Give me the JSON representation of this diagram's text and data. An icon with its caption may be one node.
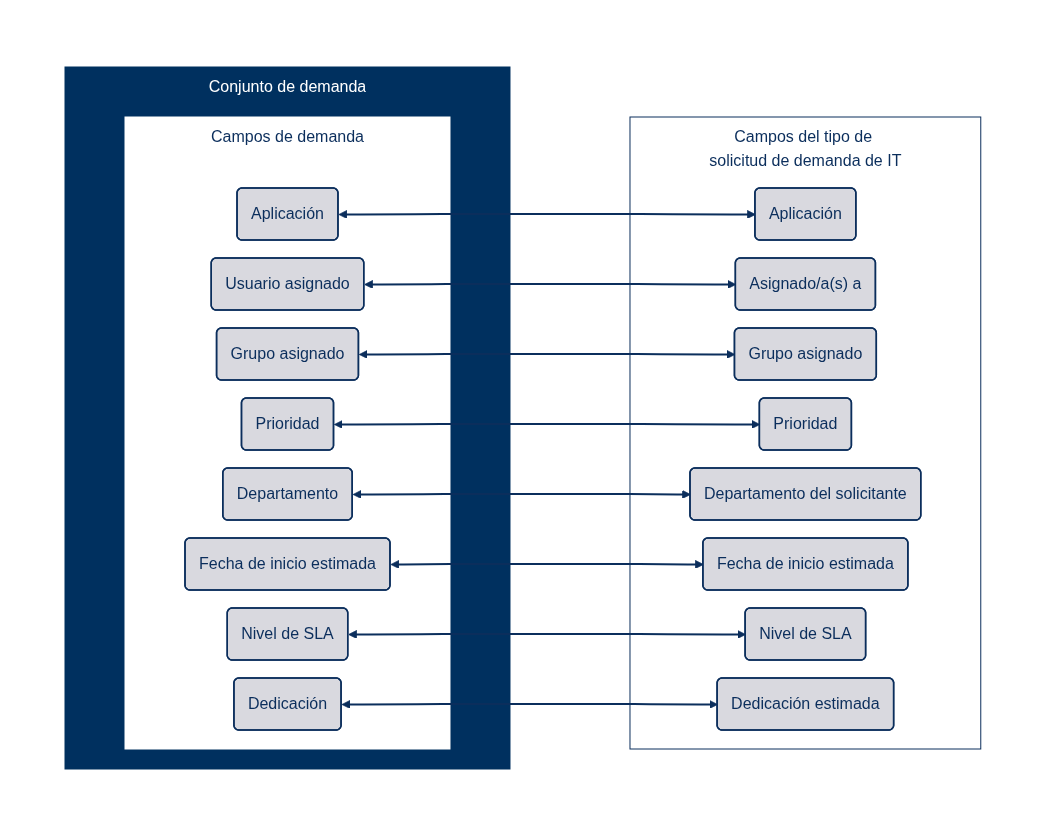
{
  "diagram": {
    "nodes": [
      {
        "text": [
          "Conjunto de demanda"
        ]
      },
      {
        "text": [
          "Campos de demanda"
        ],
        "in": 0
      },
      {
        "text": [
          "Aplicación"
        ],
        "in": 1
      },
      {
        "text": [
          "Usuario asignado"
        ],
        "in": 1
      },
      {
        "text": [
          "Grupo asignado"
        ],
        "in": 1
      },
      {
        "text": [
          "Prioridad"
        ],
        "in": 1
      },
      {
        "text": [
          "Departamento"
        ],
        "in": 1
      },
      {
        "text": [
          "Fecha de inicio estimada"
        ],
        "in": 1
      },
      {
        "text": [
          "Nivel de SLA"
        ],
        "in": 1
      },
      {
        "text": [
          "Dedicación"
        ],
        "in": 1
      },
      {
        "text": [
          "Campos del tipo de solicitud de demanda de IT"
        ]
      },
      {
        "text": [
          "Aplicación"
        ],
        "in": 10
      },
      {
        "text": [
          "Asignado/a(s) a"
        ],
        "in": 10
      },
      {
        "text": [
          "Grupo asignado"
        ],
        "in": 10
      },
      {
        "text": [
          "Prioridad"
        ],
        "in": 10
      },
      {
        "text": [
          "Departamento del solicitante"
        ],
        "in": 10
      },
      {
        "text": [
          "Fecha de inicio estimada"
        ],
        "in": 10
      },
      {
        "text": [
          "Nivel de SLA"
        ],
        "in": 10
      },
      {
        "text": [
          "Dedicación estimada"
        ],
        "in": 10
      }
    ],
    "edges": [
      {
        "from": 2,
        "to": 11,
        "arrow": "both"
      },
      {
        "from": 3,
        "to": 12,
        "arrow": "both"
      },
      {
        "from": 4,
        "to": 13,
        "arrow": "both"
      },
      {
        "from": 5,
        "to": 14,
        "arrow": "both"
      },
      {
        "from": 6,
        "to": 15,
        "arrow": "both"
      },
      {
        "from": 7,
        "to": 16,
        "arrow": "both"
      },
      {
        "from": 8,
        "to": 17,
        "arrow": "both"
      },
      {
        "from": 9,
        "to": 18,
        "arrow": "both"
      }
    ]
  }
}
